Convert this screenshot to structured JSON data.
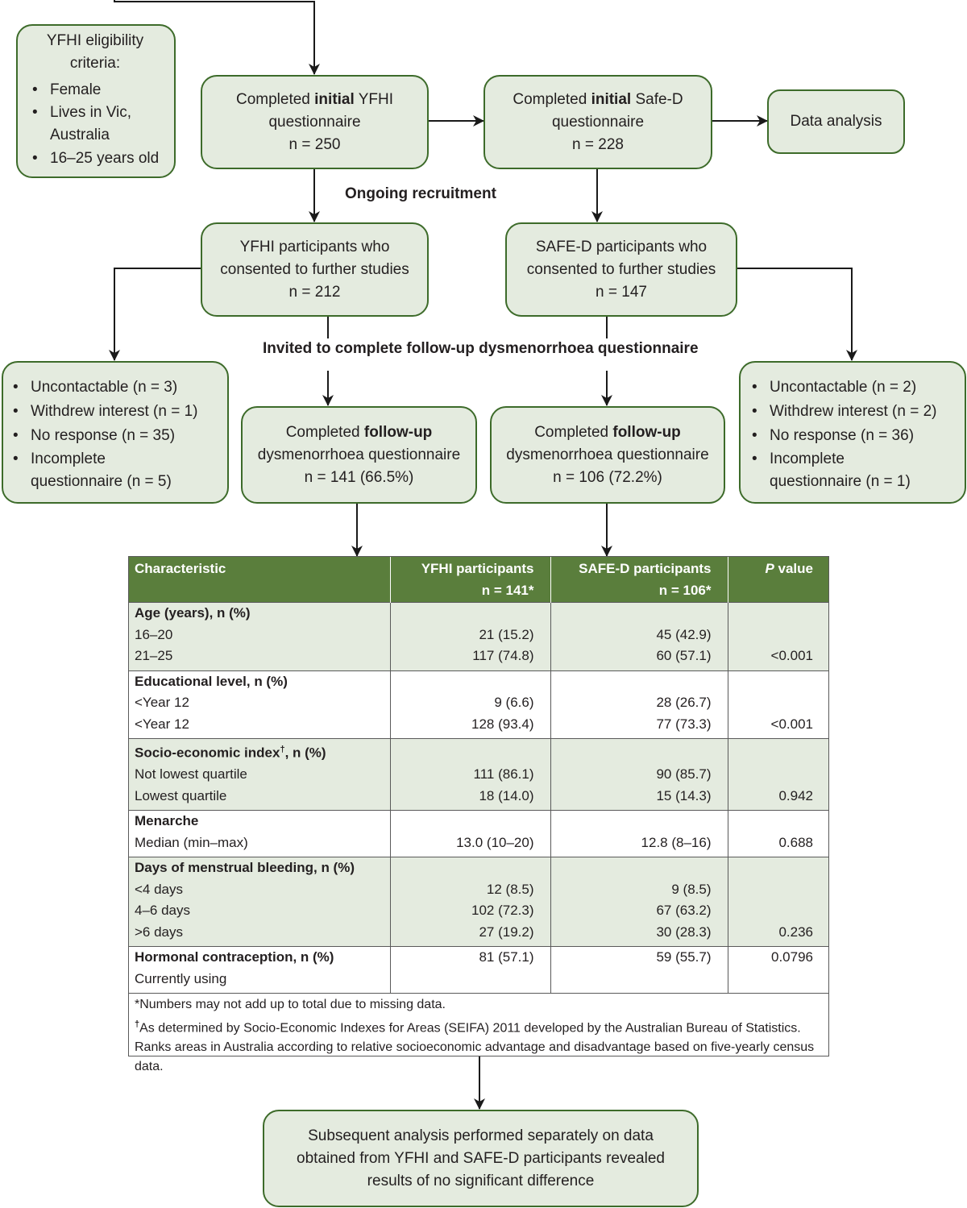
{
  "eligibility": {
    "title_line1": "YFHI eligibility",
    "title_line2": "criteria:",
    "items": [
      "Female",
      "Lives in Vic, Australia",
      "16–25 years old"
    ]
  },
  "yfhi_initial": {
    "pre": "Completed ",
    "bold": "initial",
    "post": " YFHI",
    "line2": "questionnaire",
    "n": "n = 250"
  },
  "safed_initial": {
    "pre": "Completed ",
    "bold": "initial",
    "post": " Safe-D",
    "line2": "questionnaire",
    "n": "n = 228"
  },
  "data_analysis": "Data analysis",
  "ongoing_recruitment": "Ongoing recruitment",
  "yfhi_consented": {
    "line1": "YFHI participants who",
    "line2": "consented to further studies",
    "n": "n = 212"
  },
  "safed_consented": {
    "line1": "SAFE-D participants who",
    "line2": "consented to further studies",
    "n": "n = 147"
  },
  "invited_label": "Invited to complete follow-up dysmenorrhoea questionnaire",
  "left_excluded": [
    "Uncontactable (n = 3)",
    "Withdrew interest (n = 1)",
    "No response (n = 35)",
    "Incomplete questionnaire (n = 5)"
  ],
  "right_excluded": [
    "Uncontactable (n = 2)",
    "Withdrew interest (n = 2)",
    "No response (n = 36)",
    "Incomplete questionnaire (n = 1)"
  ],
  "yfhi_followup": {
    "pre": "Completed ",
    "bold": "follow-up",
    "line2": "dysmenorrhoea questionnaire",
    "n": "n = 141 (66.5%)"
  },
  "safed_followup": {
    "pre": "Completed ",
    "bold": "follow-up",
    "line2": "dysmenorrhoea questionnaire",
    "n": "n = 106 (72.2%)"
  },
  "table": {
    "headers": {
      "characteristic": "Characteristic",
      "yfhi": "YFHI participants",
      "yfhi_n": "n = 141*",
      "safed": "SAFE-D participants",
      "safed_n": "n = 106*",
      "p_italic": "P",
      "p_rest": " value"
    },
    "groups": [
      {
        "title": "Age (years), n (%)",
        "rows": [
          [
            "16–20",
            "21 (15.2)",
            "45 (42.9)",
            ""
          ],
          [
            "21–25",
            "117 (74.8)",
            "60 (57.1)",
            "<0.001"
          ]
        ]
      },
      {
        "title": "Educational level, n (%)",
        "rows": [
          [
            "<Year 12",
            "9 (6.6)",
            "28 (26.7)",
            ""
          ],
          [
            "<Year 12",
            "128 (93.4)",
            "77 (73.3)",
            "<0.001"
          ]
        ]
      },
      {
        "title": "Socio-economic index†, n (%)",
        "rows": [
          [
            "Not lowest quartile",
            "111 (86.1)",
            "90 (85.7)",
            ""
          ],
          [
            "Lowest quartile",
            "18 (14.0)",
            "15 (14.3)",
            "0.942"
          ]
        ]
      },
      {
        "title": "Menarche",
        "rows": [
          [
            "Median (min–max)",
            "13.0 (10–20)",
            "12.8 (8–16)",
            "0.688"
          ]
        ]
      },
      {
        "title": "Days of menstrual bleeding, n (%)",
        "rows": [
          [
            "<4 days",
            "12 (8.5)",
            "9 (8.5)",
            ""
          ],
          [
            "4–6 days",
            "102 (72.3)",
            "67 (63.2)",
            ""
          ],
          [
            ">6 days",
            "27 (19.2)",
            "30 (28.3)",
            "0.236"
          ]
        ]
      },
      {
        "title": "Hormonal contraception, n (%)",
        "title_values": [
          "81 (57.1)",
          "59 (55.7)",
          "0.0796"
        ],
        "rows": [
          [
            "Currently using",
            "",
            "",
            ""
          ]
        ]
      }
    ],
    "footnotes": [
      "*Numbers may not add up to total due to missing data.",
      "†As determined by Socio-Economic Indexes for Areas (SEIFA) 2011 developed by the Australian Bureau of Statistics. Ranks areas in Australia according to relative socioeconomic advantage and disadvantage based on five-yearly census data."
    ]
  },
  "conclusion": "Subsequent analysis performed separately on data obtained from YFHI and SAFE-D participants revealed results of no significant difference",
  "colors": {
    "box_fill": "#e4ebdf",
    "box_border": "#3d6b2a",
    "header_fill": "#5a7e3c"
  }
}
